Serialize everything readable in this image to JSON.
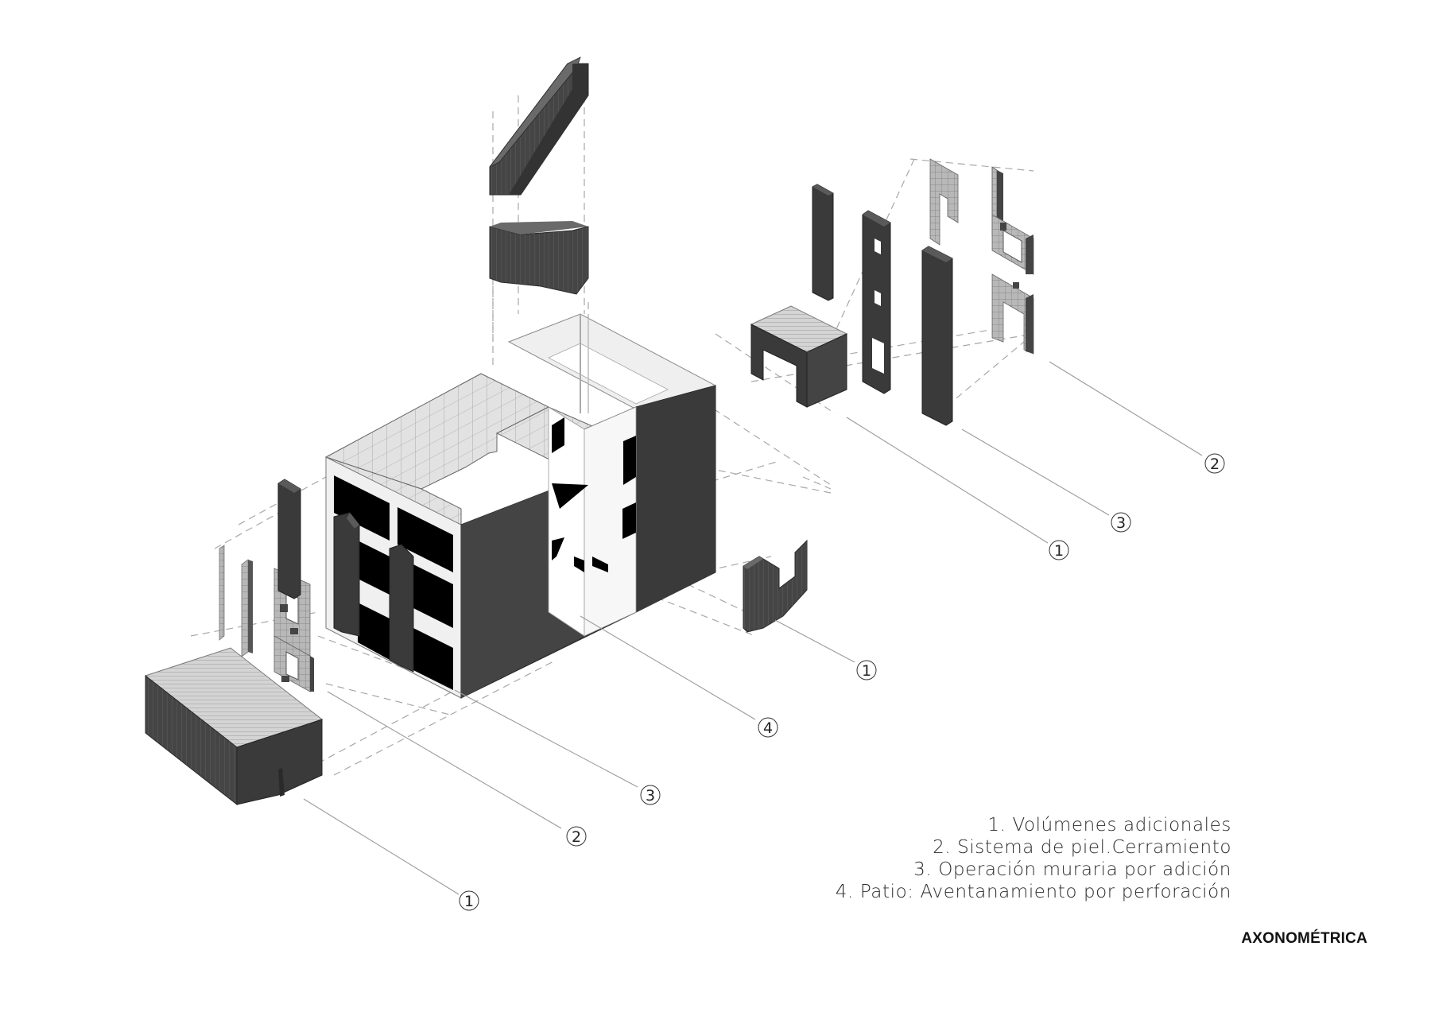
{
  "colors": {
    "wall": "#3e3e3e",
    "wall_dark": "#2c2c2c",
    "wall_light": "#5a5a5a",
    "roof": "#dedede",
    "roof_grid": "#9a9a9a",
    "opening": "#000000",
    "dashed": "#a8a8a8",
    "leader": "#9a9a9a"
  },
  "callouts": [
    {
      "id": "callout-1-bottom",
      "label": "1"
    },
    {
      "id": "callout-2-bottom",
      "label": "2"
    },
    {
      "id": "callout-3-bottom",
      "label": "3"
    },
    {
      "id": "callout-4-center",
      "label": "4"
    },
    {
      "id": "callout-1-stair",
      "label": "1"
    },
    {
      "id": "callout-1-right",
      "label": "1"
    },
    {
      "id": "callout-3-right",
      "label": "3"
    },
    {
      "id": "callout-2-right",
      "label": "2"
    }
  ],
  "legend": {
    "items": [
      "1. Volúmenes adicionales",
      "2. Sistema de piel.Cerramiento",
      "3. Operación muraria por adición",
      "4. Patio: Aventanamiento por perforación"
    ]
  },
  "view_title": "AXONOMÉTRICA"
}
